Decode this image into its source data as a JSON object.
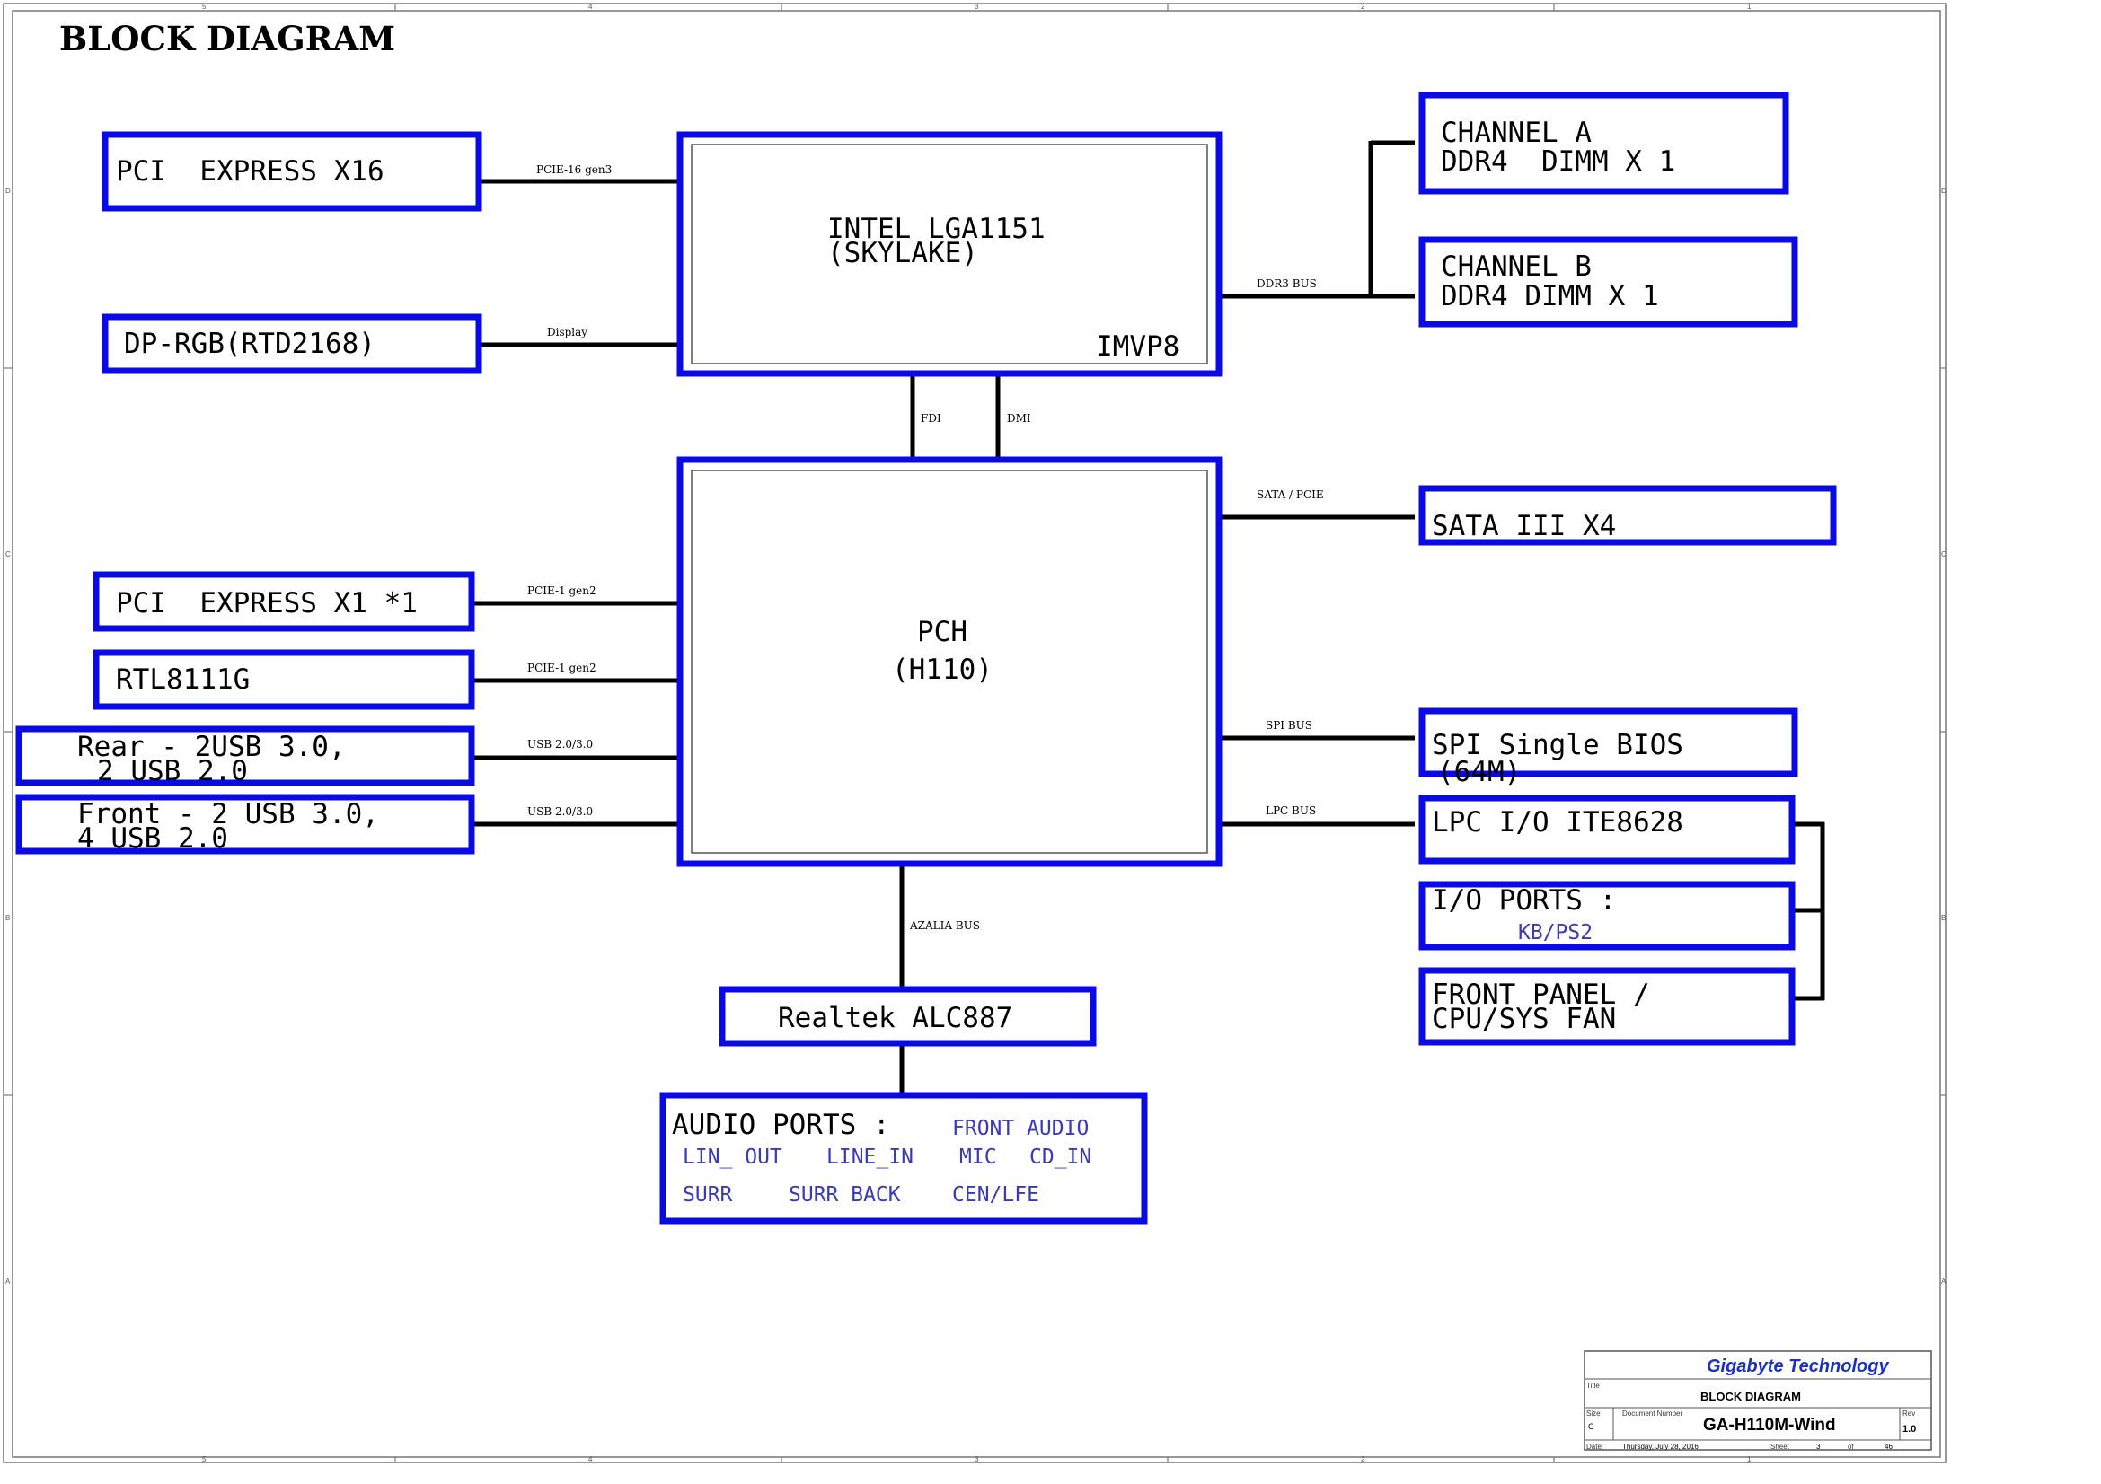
{
  "title": "BLOCK DIAGRAM",
  "blocks": {
    "pcie_x16": "PCI  EXPRESS X16",
    "dp_rgb": "DP-RGB(RTD2168)",
    "cpu_line1": "INTEL LGA1151",
    "cpu_line2": "(SKYLAKE)",
    "cpu_vr": "IMVP8",
    "chan_a_line1": "CHANNEL A",
    "chan_a_line2": "DDR4  DIMM X 1",
    "chan_b_line1": "CHANNEL B",
    "chan_b_line2": "DDR4 DIMM X 1",
    "pch_line1": "PCH",
    "pch_line2": "(H110)",
    "pcie_x1": "PCI  EXPRESS X1 *1",
    "rtl": "RTL8111G",
    "rear_line1": "Rear - 2USB 3.0,",
    "rear_line2": "2 USB 2.0",
    "front_line1": "Front - 2 USB 3.0,",
    "front_line2": "4 USB 2.0",
    "sata": "SATA III X4",
    "spi_line1": "SPI Single BIOS",
    "spi_line2": "(64M)",
    "lpc": "LPC I/O ITE8628",
    "io_ports": "I/O PORTS :",
    "io_ports_sub": "KB/PS2",
    "front_panel_line1": "FRONT PANEL /",
    "front_panel_line2": "CPU/SYS FAN",
    "realtek": "Realtek ALC887",
    "audio_ports": "AUDIO PORTS :",
    "audio": {
      "front_audio": "FRONT AUDIO",
      "lin_out": "LIN_ OUT",
      "line_in": "LINE_IN",
      "mic": "MIC",
      "cd_in": "CD_IN",
      "surr": "SURR",
      "surr_back": "SURR BACK",
      "cen_lfe": "CEN/LFE"
    }
  },
  "buses": {
    "pcie16": "PCIE-16 gen3",
    "display": "Display",
    "ddr": "DDR3 BUS",
    "fdi": "FDI",
    "dmi": "DMI",
    "sata_pcie": "SATA / PCIE",
    "pcie1_a": "PCIE-1 gen2",
    "pcie1_b": "PCIE-1 gen2",
    "usb_a": "USB 2.0/3.0",
    "usb_b": "USB 2.0/3.0",
    "spi": "SPI BUS",
    "lpc": "LPC BUS",
    "azalia": "AZALIA BUS"
  },
  "title_block": {
    "company": "Gigabyte Technology",
    "title_caption": "Title",
    "title": "BLOCK DIAGRAM",
    "size_caption": "Size",
    "size": "C",
    "docnum_caption": "Document Number",
    "docnum": "GA-H110M-Wind",
    "rev_caption": "Rev",
    "rev": "1.0",
    "date_caption": "Date:",
    "date": "Thursday, July 28, 2016",
    "sheet_caption": "Sheet",
    "sheet": "3",
    "of_caption": "of",
    "total": "46"
  },
  "border_marks": {
    "columns": [
      "5",
      "4",
      "3",
      "2",
      "1"
    ],
    "rows": [
      "D",
      "C",
      "B",
      "A"
    ]
  },
  "colors": {
    "box_border": "#0a0ae6",
    "wire": "#000000",
    "sub_text": "#3a3ab8",
    "company_text": "#1a2fc4"
  }
}
